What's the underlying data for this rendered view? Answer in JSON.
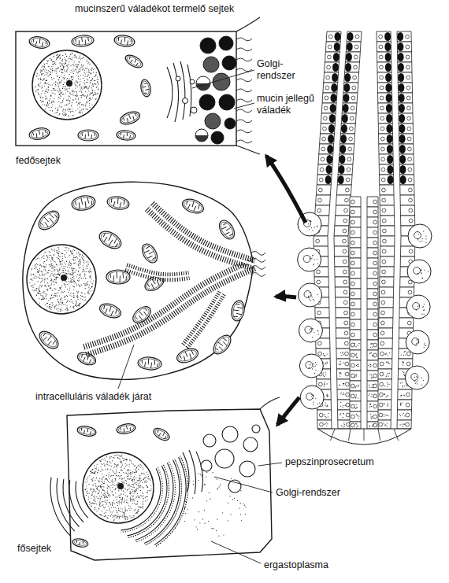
{
  "diagram": {
    "labels": [
      "mucinszerű váladékot termelő sejtek",
      "Golgi-rendszer",
      "mucin jellegű váladék",
      "fedősejtek",
      "intracelluláris váladék járat",
      "pepszinprosecretum",
      "Golgi-rendszer",
      "fősejtek",
      "ergastoplasma"
    ]
  }
}
